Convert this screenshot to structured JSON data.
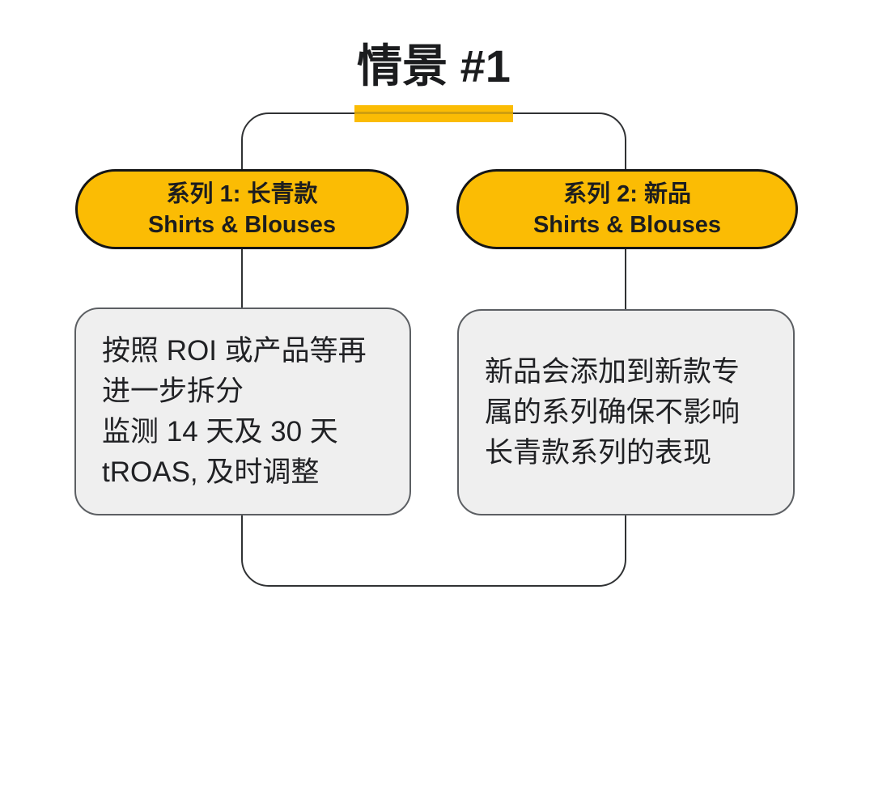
{
  "title": "情景 #1",
  "diagram": {
    "pills": [
      {
        "label": "系列 1: 长青款\nShirts & Blouses"
      },
      {
        "label": "系列 2: 新品\nShirts & Blouses"
      }
    ],
    "notes": [
      {
        "text": "按照 ROI 或产品等再\n进一步拆分\n监测 14 天及 30 天\ntROAS, 及时调整"
      },
      {
        "text": "新品会添加到新款专\n属的系列确保不影响\n长青款系列的表现"
      }
    ]
  },
  "colors": {
    "accent_yellow": "#FBBC04",
    "note_fill": "#EFEFEF",
    "note_border": "#5C5F63",
    "frame_outline": "#303234",
    "text_dark": "#1B1C1E"
  }
}
